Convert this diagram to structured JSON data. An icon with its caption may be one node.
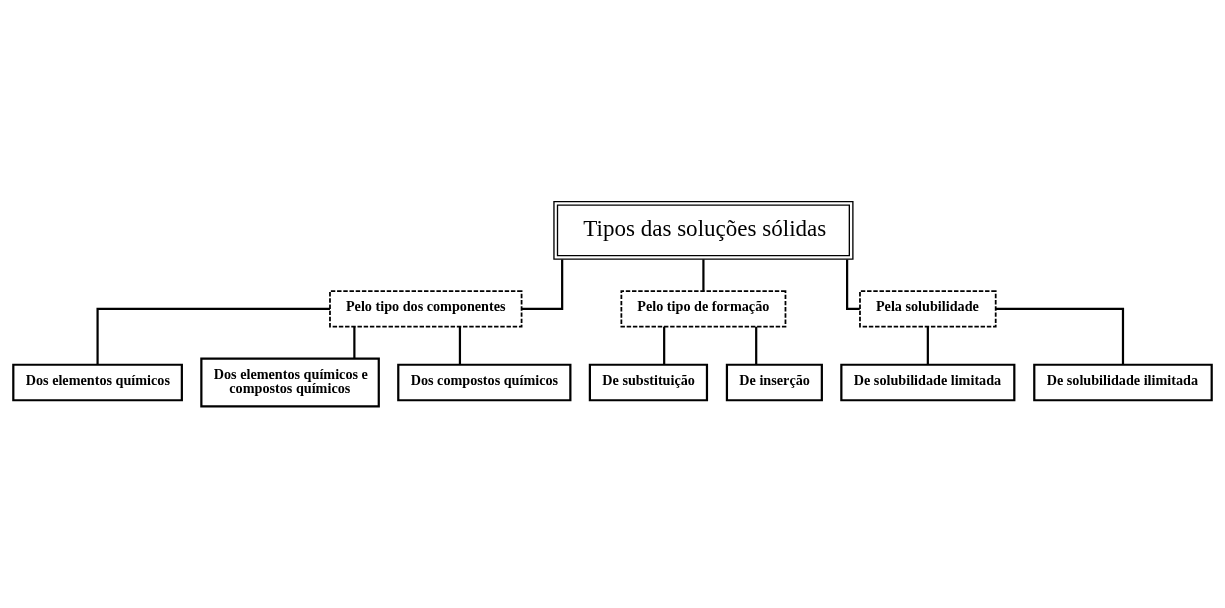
{
  "diagram": {
    "nodes": [
      {
        "text": [
          "Tipos das soluções sólidas"
        ]
      },
      {
        "text": [
          "Pelo tipo dos componentes"
        ]
      },
      {
        "text": [
          "Pelo tipo de formação"
        ]
      },
      {
        "text": [
          "Pela solubilidade"
        ]
      },
      {
        "text": [
          "Dos elementos químicos"
        ]
      },
      {
        "text": [
          "Dos elementos químicos e compostos químicos"
        ]
      },
      {
        "text": [
          "Dos compostos químicos"
        ]
      },
      {
        "text": [
          "De substituição"
        ]
      },
      {
        "text": [
          "De inserção"
        ]
      },
      {
        "text": [
          "De solubilidade limitada"
        ]
      },
      {
        "text": [
          "De solubilidade ilimitada"
        ]
      }
    ],
    "edges": [
      {
        "from": 0,
        "to": 1,
        "arrow": "none"
      },
      {
        "from": 0,
        "to": 2,
        "arrow": "none"
      },
      {
        "from": 0,
        "to": 3,
        "arrow": "none"
      },
      {
        "from": 1,
        "to": 4,
        "arrow": "none"
      },
      {
        "from": 1,
        "to": 5,
        "arrow": "none"
      },
      {
        "from": 1,
        "to": 6,
        "arrow": "none"
      },
      {
        "from": 2,
        "to": 7,
        "arrow": "none"
      },
      {
        "from": 2,
        "to": 8,
        "arrow": "none"
      },
      {
        "from": 3,
        "to": 9,
        "arrow": "none"
      },
      {
        "from": 3,
        "to": 10,
        "arrow": "none"
      }
    ]
  }
}
